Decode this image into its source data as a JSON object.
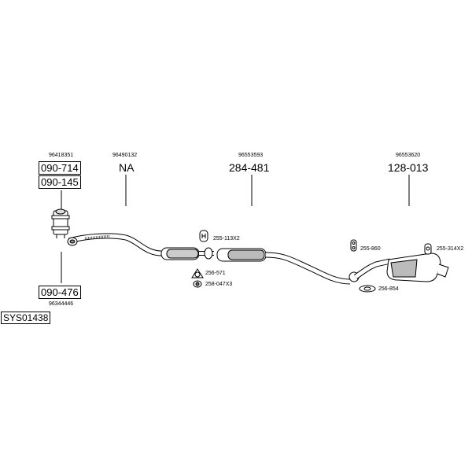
{
  "system_code": "SYS01438",
  "groups": [
    {
      "ref": "96418351",
      "parts": [
        "090-714",
        "090-145"
      ]
    },
    {
      "ref": "96490132",
      "part": "NA"
    },
    {
      "ref": "96553593",
      "part": "284-481"
    },
    {
      "ref": "96553620",
      "part": "128-013"
    },
    {
      "ref": "96344446",
      "part": "090-476"
    }
  ],
  "accessories": {
    "clamp_1": "255-113X2",
    "gasket_1": "256-571",
    "ring_1": "258-047X3",
    "hanger_1": "255-860",
    "gasket_2": "256-854",
    "hanger_2": "255-314X2"
  }
}
